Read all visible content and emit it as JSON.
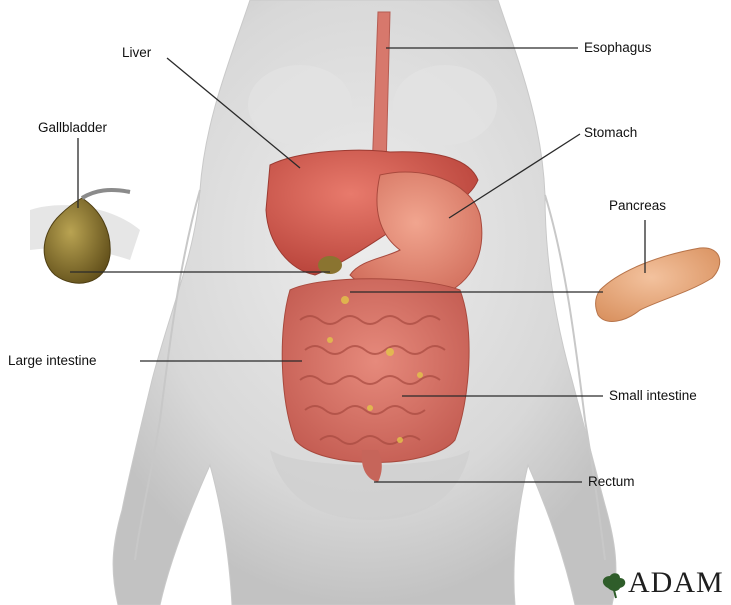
{
  "labels": {
    "liver": "Liver",
    "esophagus": "Esophagus",
    "gallbladder": "Gallbladder",
    "stomach": "Stomach",
    "pancreas": "Pancreas",
    "large_intestine": "Large intestine",
    "small_intestine": "Small intestine",
    "rectum": "Rectum"
  },
  "brand": {
    "logo_icon": "vine-leaf-icon",
    "name": "ADAM"
  },
  "colors": {
    "body": "#dedede",
    "organ_red": "#cf5046",
    "intestine": "#d9766a",
    "gallbladder": "#7e6a28",
    "pancreas": "#e6a780",
    "leader_line": "#2a2a2a"
  }
}
